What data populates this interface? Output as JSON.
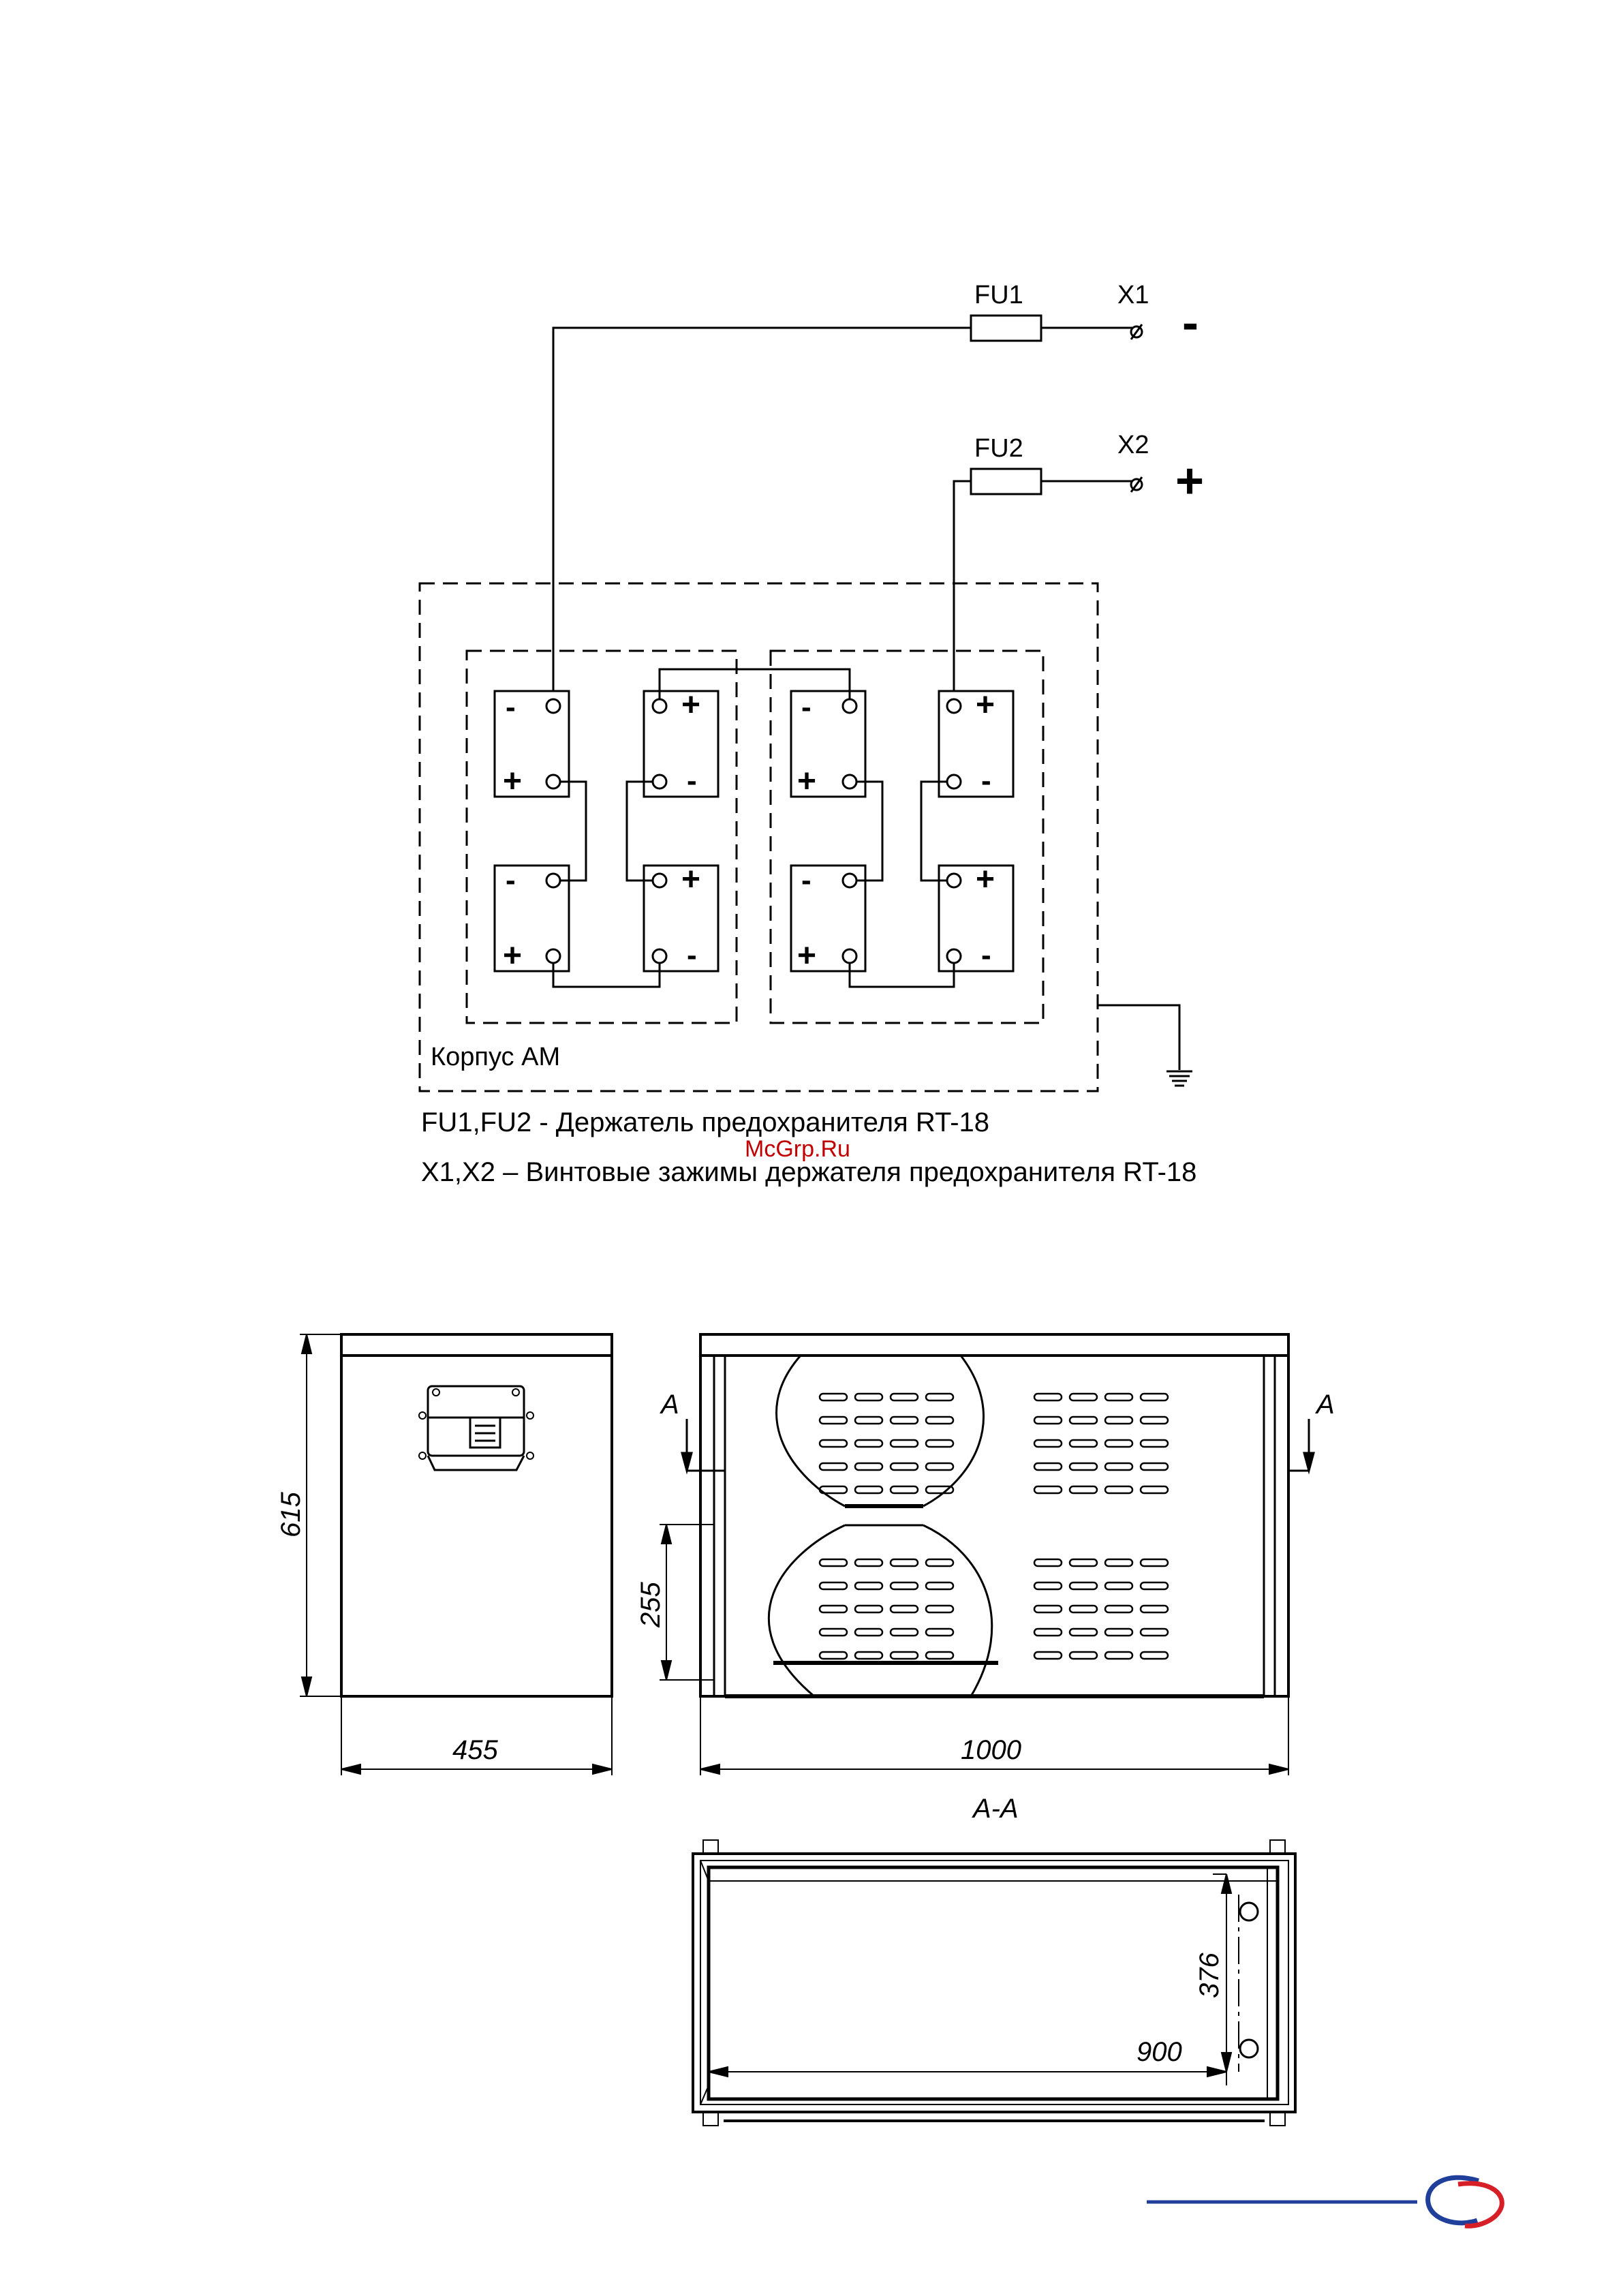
{
  "schematic": {
    "fuses": [
      "FU1",
      "FU2"
    ],
    "terminals": [
      "X1",
      "X2"
    ],
    "polarity_minus": "-",
    "polarity_plus": "+",
    "battery_minus": "-",
    "battery_plus": "+",
    "enclosure_label": "Корпус АМ"
  },
  "legend": {
    "line1": "FU1,FU2 - Держатель предохранителя RT-18",
    "line2": "X1,X2 – Винтовые зажимы держателя предохранителя RT-18"
  },
  "watermark": "McGrp.Ru",
  "drawing": {
    "dim_height": "615",
    "dim_width_side": "455",
    "dim_length": "1000",
    "dim_window": "255",
    "section_mark": "A",
    "section_title": "А-А",
    "dim_depth_inner": "376",
    "dim_length_inner": "900"
  },
  "colors": {
    "logo_blue": "#1f3f9a",
    "logo_red": "#d61f26",
    "watermark": "#c00000"
  }
}
